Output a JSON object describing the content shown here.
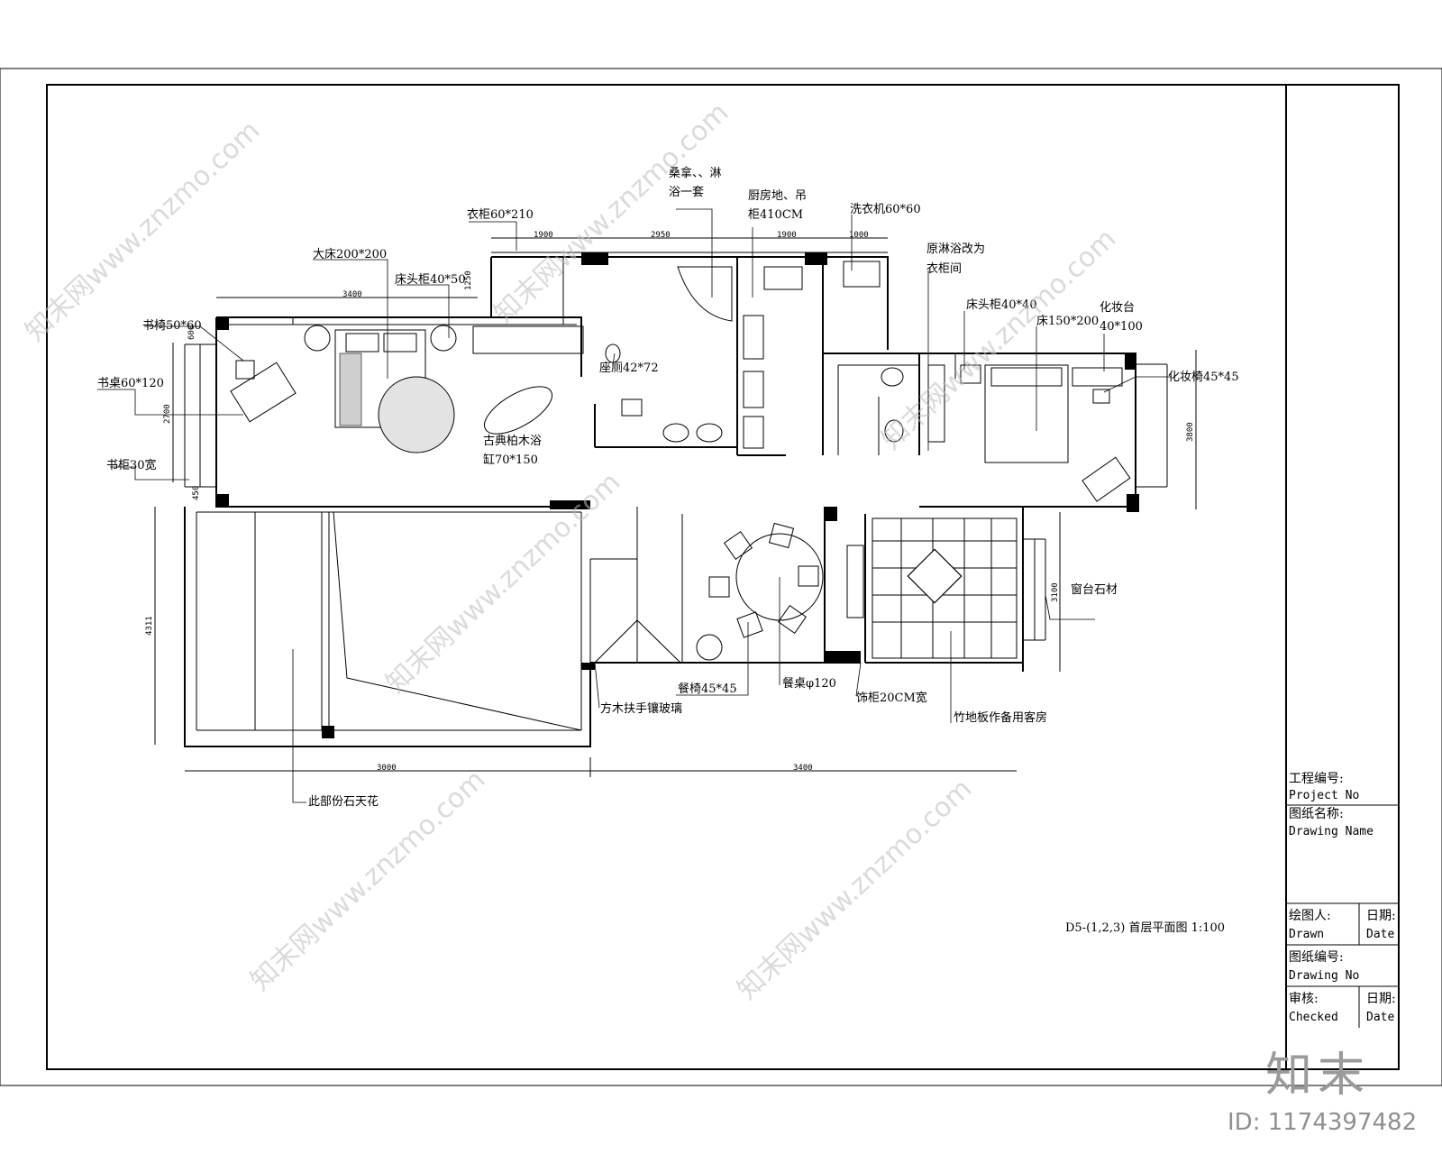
{
  "drawing": {
    "title": "D5-(1,2,3) 首层平面图 1:100",
    "labels": {
      "sauna": "桑拿、、淋",
      "sauna2": "浴一套",
      "kitchen": "厨房地、吊",
      "kitchen2": "柜410CM",
      "washer": "洗衣机60*60",
      "wardrobe": "衣柜60*210",
      "bed_big": "大床200*200",
      "nightstand": "床头柜40*50",
      "chair_left": "书椅50*60",
      "desk_left": "书桌60*120",
      "bookshelf": "书柜30宽",
      "bathtub": "古典柏木浴",
      "bathtub2": "缸70*150",
      "toilet": "座厕42*72",
      "shower_change": "原淋浴改为",
      "shower_change2": "衣柜间",
      "nightstand2": "床头柜40*40",
      "bed_mid": "床150*200",
      "dresser": "化妆台",
      "dresser2": "40*100",
      "dresser_chair": "化妆椅45*45",
      "window_sill": "窗台石材",
      "dining_chair": "餐椅45*45",
      "dining_table": "餐桌φ120",
      "decor_cabinet": "饰柜20CM宽",
      "bamboo_floor": "竹地板作备用客房",
      "stair_rail": "方木扶手镶玻璃",
      "ceiling": "此部份石天花"
    },
    "dimensions": {
      "d1": "1900",
      "d2": "2950",
      "d3": "1900",
      "d4": "1000",
      "d5": "3400",
      "d6": "1250",
      "d7": "2700",
      "d8": "3800",
      "d9": "4311",
      "d10": "3000",
      "d11": "3400",
      "d12": "3100",
      "d13": "600",
      "d14": "450"
    }
  },
  "title_block": {
    "project_no_cn": "工程编号:",
    "project_no_en": "Project No",
    "drawing_name_cn": "图纸名称:",
    "drawing_name_en": "Drawing Name",
    "drawn_cn": "绘图人:",
    "drawn_en": "Drawn",
    "date1_cn": "日期:",
    "date1_en": "Date",
    "drawing_no_cn": "图纸编号:",
    "drawing_no_en": "Drawing No",
    "checked_cn": "审核:",
    "checked_en": "Checked",
    "date2_cn": "日期:",
    "date2_en": "Date"
  },
  "watermark": {
    "text": "知末网www.znzmo.com",
    "brand": "知末",
    "image_id": "ID: 1174397482"
  }
}
